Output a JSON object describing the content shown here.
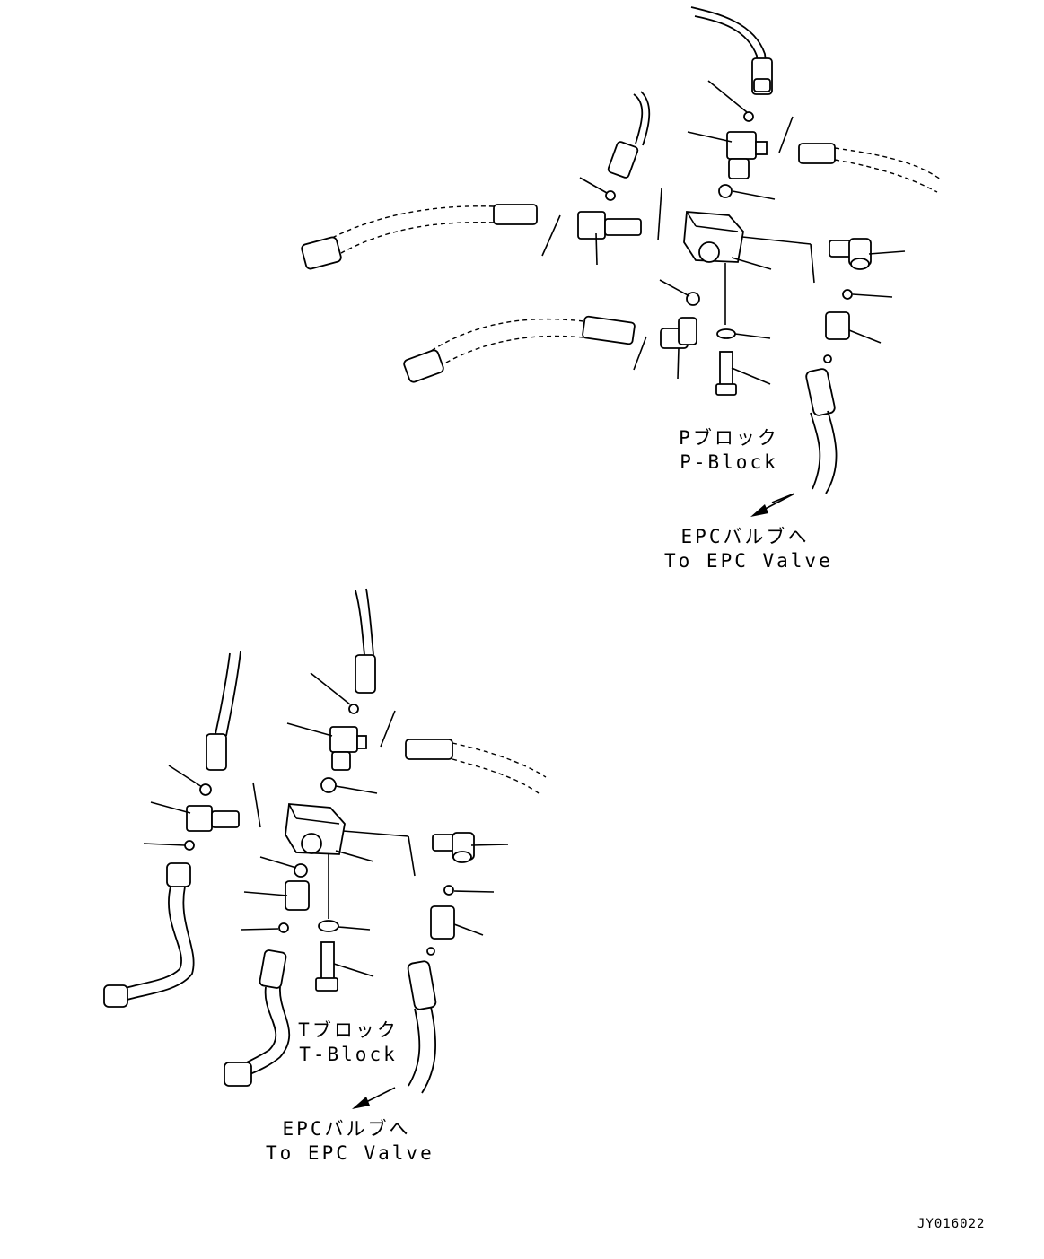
{
  "p_block": {
    "label_jp": "Pブロック",
    "label_en": "P-Block",
    "epc_jp": "EPCバルブへ",
    "epc_en": "To EPC Valve"
  },
  "t_block": {
    "label_jp": "Tブロック",
    "label_en": "T-Block",
    "epc_jp": "EPCバルブへ",
    "epc_en": "To EPC Valve"
  },
  "drawing_code": "JY016022"
}
